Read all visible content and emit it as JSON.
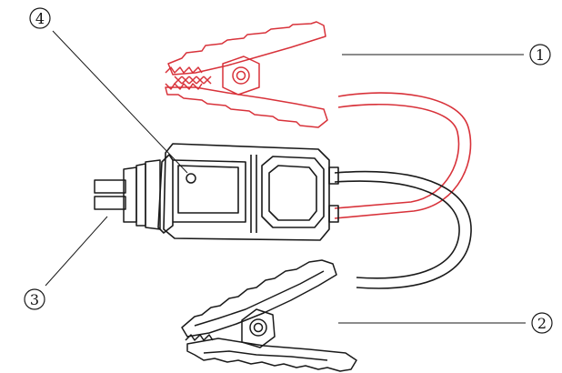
{
  "callouts": {
    "red_clamp": {
      "number": "1"
    },
    "black_clamp": {
      "number": "2"
    },
    "connector_plug": {
      "number": "3"
    },
    "indicator_light": {
      "number": "4"
    }
  },
  "colors": {
    "red_cable": "#d8323a",
    "black_cable": "#1a1a1a",
    "line": "#1a1a1a"
  }
}
